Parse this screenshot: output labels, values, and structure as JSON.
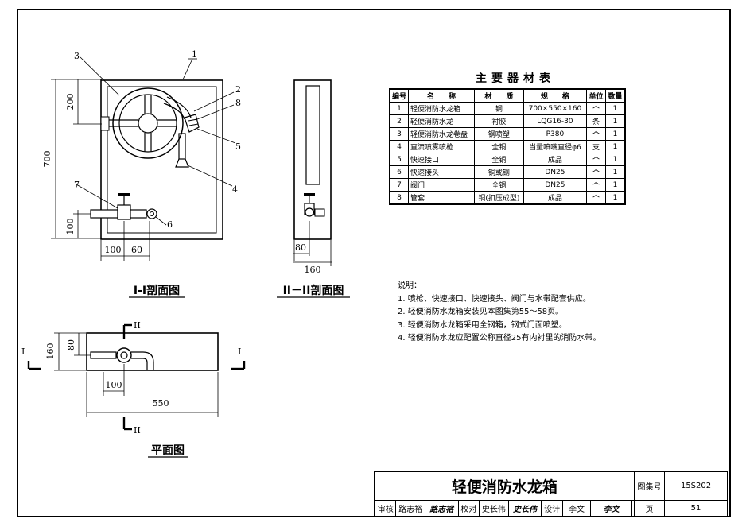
{
  "views": {
    "section1": {
      "caption": "I-I剖面图",
      "callouts": [
        "3",
        "1",
        "2",
        "8",
        "5",
        "4",
        "7",
        "6"
      ],
      "dims": [
        "200",
        "700",
        "100",
        "100",
        "60"
      ]
    },
    "section2": {
      "caption": "II－II剖面图",
      "dims": [
        "80",
        "160"
      ]
    },
    "plan": {
      "caption": "平面图",
      "markers": [
        "II",
        "I",
        "I",
        "II"
      ],
      "dims": [
        "160",
        "80",
        "100",
        "550"
      ]
    }
  },
  "materials": {
    "title": "主要器材表",
    "headers": [
      "编号",
      "名　　称",
      "材　　质",
      "规　　格",
      "单位",
      "数量"
    ],
    "rows": [
      [
        "1",
        "轻便消防水龙箱",
        "钢",
        "700×550×160",
        "个",
        "1"
      ],
      [
        "2",
        "轻便消防水龙",
        "衬胶",
        "LQG16-30",
        "条",
        "1"
      ],
      [
        "3",
        "轻便消防水龙卷盘",
        "钢喷塑",
        "P380",
        "个",
        "1"
      ],
      [
        "4",
        "直流喷雾喷枪",
        "全铜",
        "当量喷嘴直径φ6",
        "支",
        "1"
      ],
      [
        "5",
        "快速接口",
        "全铜",
        "成品",
        "个",
        "1"
      ],
      [
        "6",
        "快速接头",
        "铜或钢",
        "DN25",
        "个",
        "1"
      ],
      [
        "7",
        "阀门",
        "全铜",
        "DN25",
        "个",
        "1"
      ],
      [
        "8",
        "管套",
        "铜(扣压成型)",
        "成品",
        "个",
        "1"
      ]
    ]
  },
  "notes": {
    "heading": "说明：",
    "items": [
      "1.  喷枪、快速接口、快速接头、阀门与水带配套供应。",
      "2.  轻便消防水龙箱安装见本图集第55～58页。",
      "3.  轻便消防水龙箱采用全钢箱，钢式门面喷塑。",
      "4.  轻便消防水龙应配置公称直径25有内衬里的消防水带。"
    ]
  },
  "title_block": {
    "title": "轻便消防水龙箱",
    "atlas_label": "图集号",
    "atlas_no": "15S202",
    "review_label": "审核",
    "reviewer": "路志裕",
    "reviewer_sig": "路志裕",
    "check_label": "校对",
    "checker": "史长伟",
    "checker_sig": "史长伟",
    "design_label": "设计",
    "designer": "李文",
    "designer_sig": "李文",
    "page_label": "页",
    "page_no": "51"
  }
}
